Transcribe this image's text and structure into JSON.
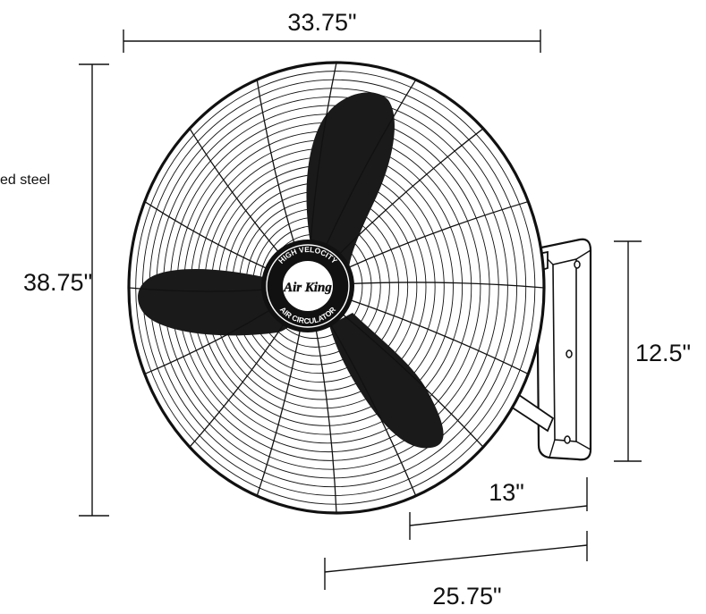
{
  "dimensions": {
    "width": "33.75\"",
    "height": "38.75\"",
    "bracket_height": "12.5\"",
    "bracket_depth": "13\"",
    "overall_depth": "25.75\""
  },
  "side_note": "ed steel",
  "badge": {
    "brand": "Air King",
    "top_text": "HIGH VELOCITY",
    "bottom_text": "AIR CIRCULATOR"
  },
  "colors": {
    "ink": "#111111",
    "blade": "#1a1a1a",
    "background": "#ffffff"
  }
}
